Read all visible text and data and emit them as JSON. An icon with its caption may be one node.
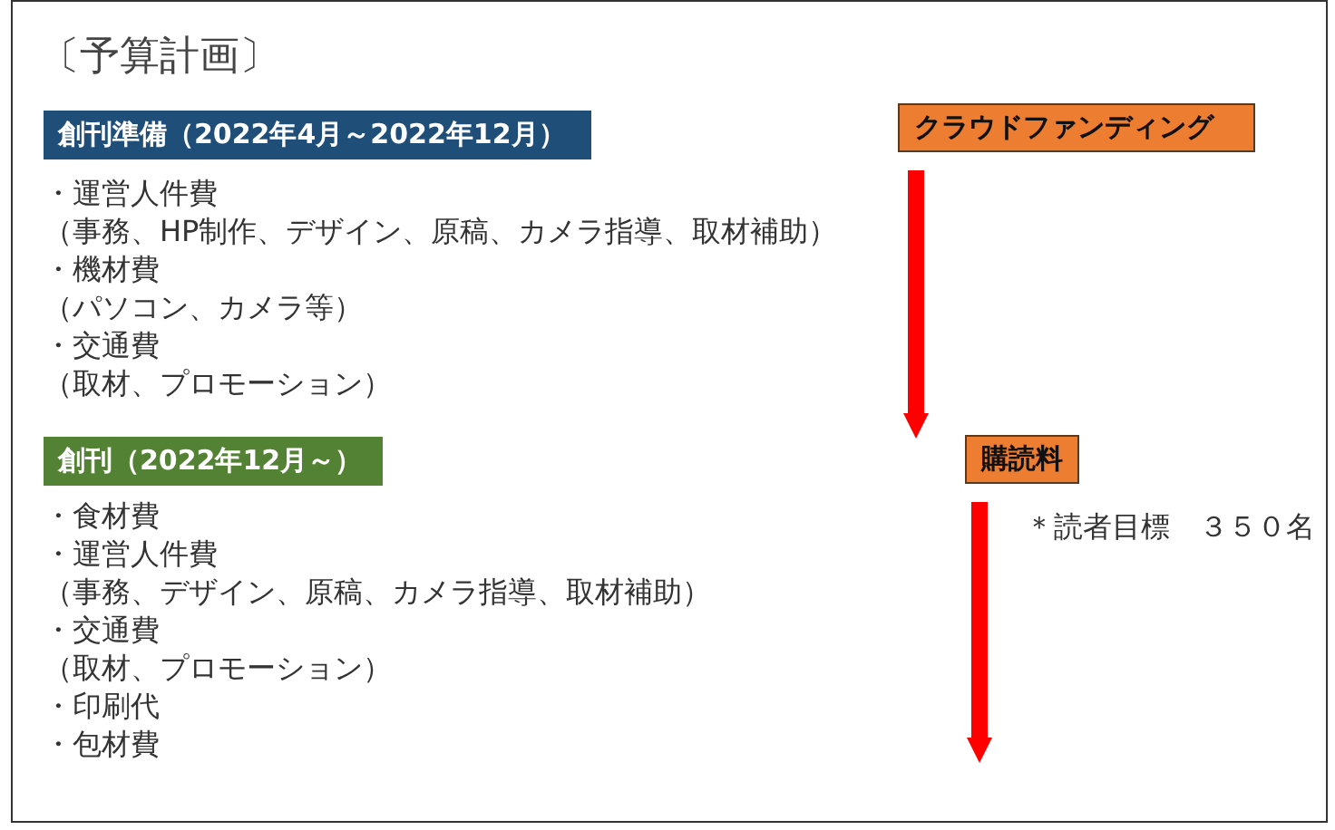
{
  "diagram": {
    "title": "〔予算計画〕",
    "nodes": [
      {
        "text": [
          "創刊準備（2022年4月～2022年12月）"
        ]
      },
      {
        "text": [
          "創刊（2022年12月～）"
        ]
      },
      {
        "text": [
          "クラウドファンディング"
        ]
      },
      {
        "text": [
          "購読料"
        ],
        "beside": [
          "＊読者目標　３５０名"
        ]
      }
    ],
    "edges": [
      {
        "from": 2,
        "to": 3,
        "arrow": "to"
      },
      {
        "from": 3,
        "to": null,
        "arrow": "to"
      }
    ],
    "labels": [
      "・運営人件費",
      "（事務、HP制作、デザイン、原稿、カメラ指導、取材補助）",
      "・機材費",
      "（パソコン、カメラ等）",
      "・交通費",
      "（取材、プロモーション）",
      "・食材費",
      "・運営人件費",
      "（事務、デザイン、原稿、カメラ指導、取材補助）",
      "・交通費",
      "（取材、プロモーション）",
      "・印刷代",
      "・包材費"
    ]
  }
}
